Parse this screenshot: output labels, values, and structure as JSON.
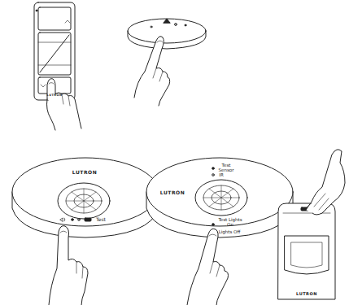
{
  "diagram": {
    "labels": [
      "LUTRON",
      "LUTRON",
      "Test",
      "LUTRON",
      "Test Sensor",
      "IR",
      "Test Lights On",
      "Lights Off",
      "LUTRON"
    ]
  }
}
